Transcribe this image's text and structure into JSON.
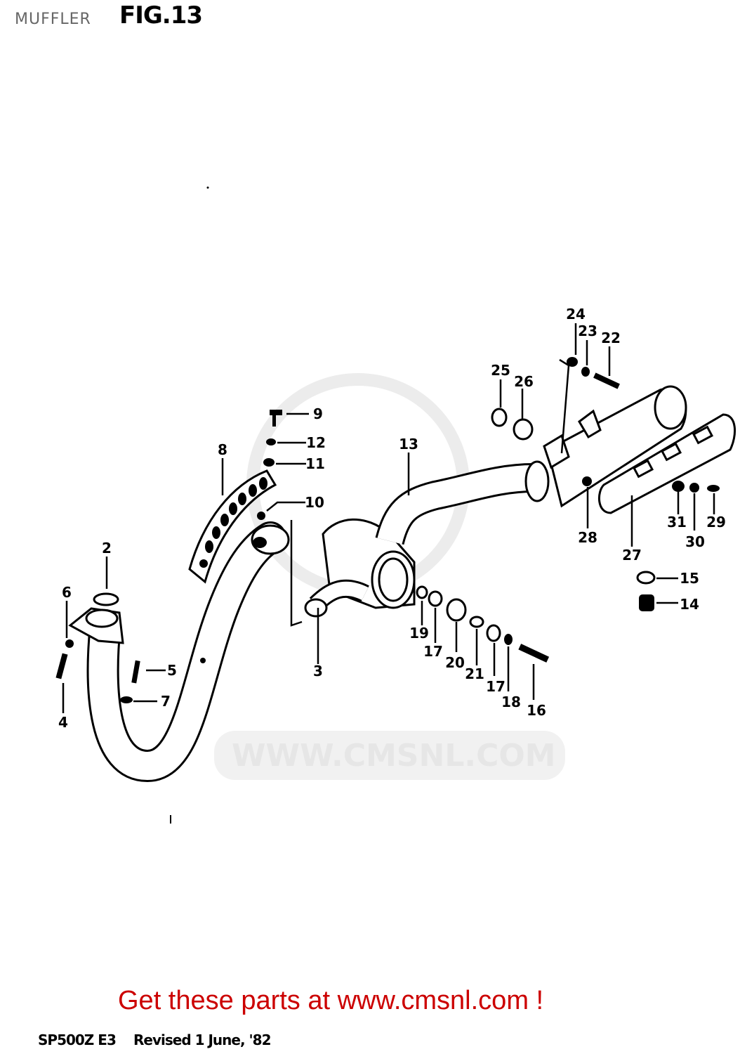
{
  "title": "MUFFLER",
  "figure": "FIG.13",
  "watermark": "WWW.CMSNL.COM",
  "footer": {
    "model": "SP500Z E3",
    "revised": "Revised 1 June, '82",
    "promo": "Get these parts at www.cmsnl.com !"
  },
  "colors": {
    "promo": "#cc0000",
    "title": "#666666"
  },
  "callouts": [
    {
      "label": "24"
    },
    {
      "label": "23"
    },
    {
      "label": "22"
    },
    {
      "label": "25"
    },
    {
      "label": "26"
    },
    {
      "label": "9"
    },
    {
      "label": "12"
    },
    {
      "label": "13"
    },
    {
      "label": "8"
    },
    {
      "label": "11"
    },
    {
      "label": "10"
    },
    {
      "label": "28"
    },
    {
      "label": "31"
    },
    {
      "label": "30"
    },
    {
      "label": "29"
    },
    {
      "label": "27"
    },
    {
      "label": "2"
    },
    {
      "label": "15"
    },
    {
      "label": "6"
    },
    {
      "label": "14"
    },
    {
      "label": "19"
    },
    {
      "label": "17"
    },
    {
      "label": "20"
    },
    {
      "label": "5"
    },
    {
      "label": "3"
    },
    {
      "label": "21"
    },
    {
      "label": "17"
    },
    {
      "label": "18"
    },
    {
      "label": "16"
    },
    {
      "label": "7"
    },
    {
      "label": "4"
    }
  ]
}
